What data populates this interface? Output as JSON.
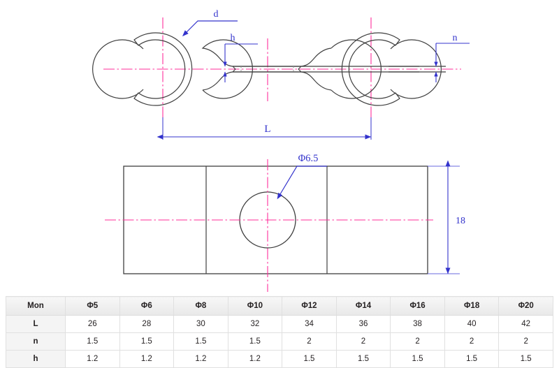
{
  "drawing": {
    "title_labels": {
      "d": "d",
      "h": "h",
      "n": "n",
      "L": "L",
      "hole_dia": "Φ6.5",
      "width": "18"
    },
    "colors": {
      "outline": "#3f3f3f",
      "centerline": "#ff2e9a",
      "dimension": "#3333cc",
      "hidden": "#9a9a9a"
    }
  },
  "table": {
    "columns": [
      "Mon",
      "Φ5",
      "Φ6",
      "Φ8",
      "Φ10",
      "Φ12",
      "Φ14",
      "Φ16",
      "Φ18",
      "Φ20"
    ],
    "rows": [
      {
        "label": "L",
        "values": [
          "26",
          "28",
          "30",
          "32",
          "34",
          "36",
          "38",
          "40",
          "42"
        ]
      },
      {
        "label": "n",
        "values": [
          "1.5",
          "1.5",
          "1.5",
          "1.5",
          "2",
          "2",
          "2",
          "2",
          "2"
        ]
      },
      {
        "label": "h",
        "values": [
          "1.2",
          "1.2",
          "1.2",
          "1.2",
          "1.5",
          "1.5",
          "1.5",
          "1.5",
          "1.5"
        ]
      }
    ]
  }
}
